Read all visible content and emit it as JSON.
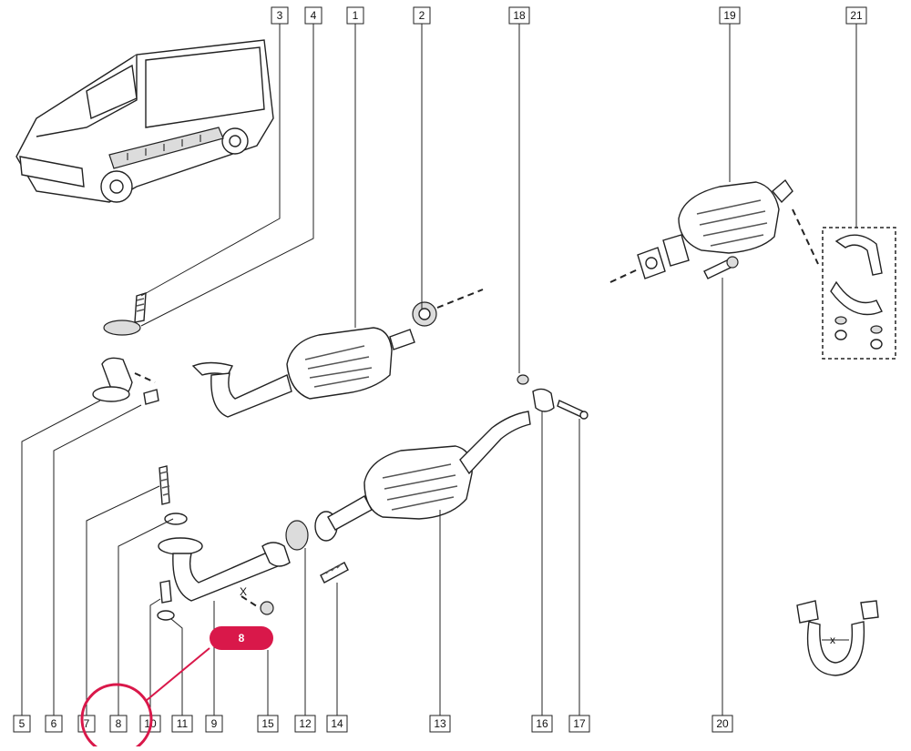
{
  "colors": {
    "line": "#222222",
    "badge": "#d9184a",
    "highlight_circle": "#d9184a"
  },
  "labels": {
    "l1": "1",
    "l2": "2",
    "l3": "3",
    "l4": "4",
    "l5": "5",
    "l6": "6",
    "l7": "7",
    "l8": "8",
    "l9": "9",
    "l10": "10",
    "l11": "11",
    "l12": "12",
    "l13": "13",
    "l14": "14",
    "l15": "15",
    "l16": "16",
    "l17": "17",
    "l18": "18",
    "l19": "19",
    "l20": "20",
    "l21": "21"
  },
  "badge": {
    "text": "8"
  },
  "annotations": {
    "x_mark": "X",
    "clamp_x": "x"
  }
}
